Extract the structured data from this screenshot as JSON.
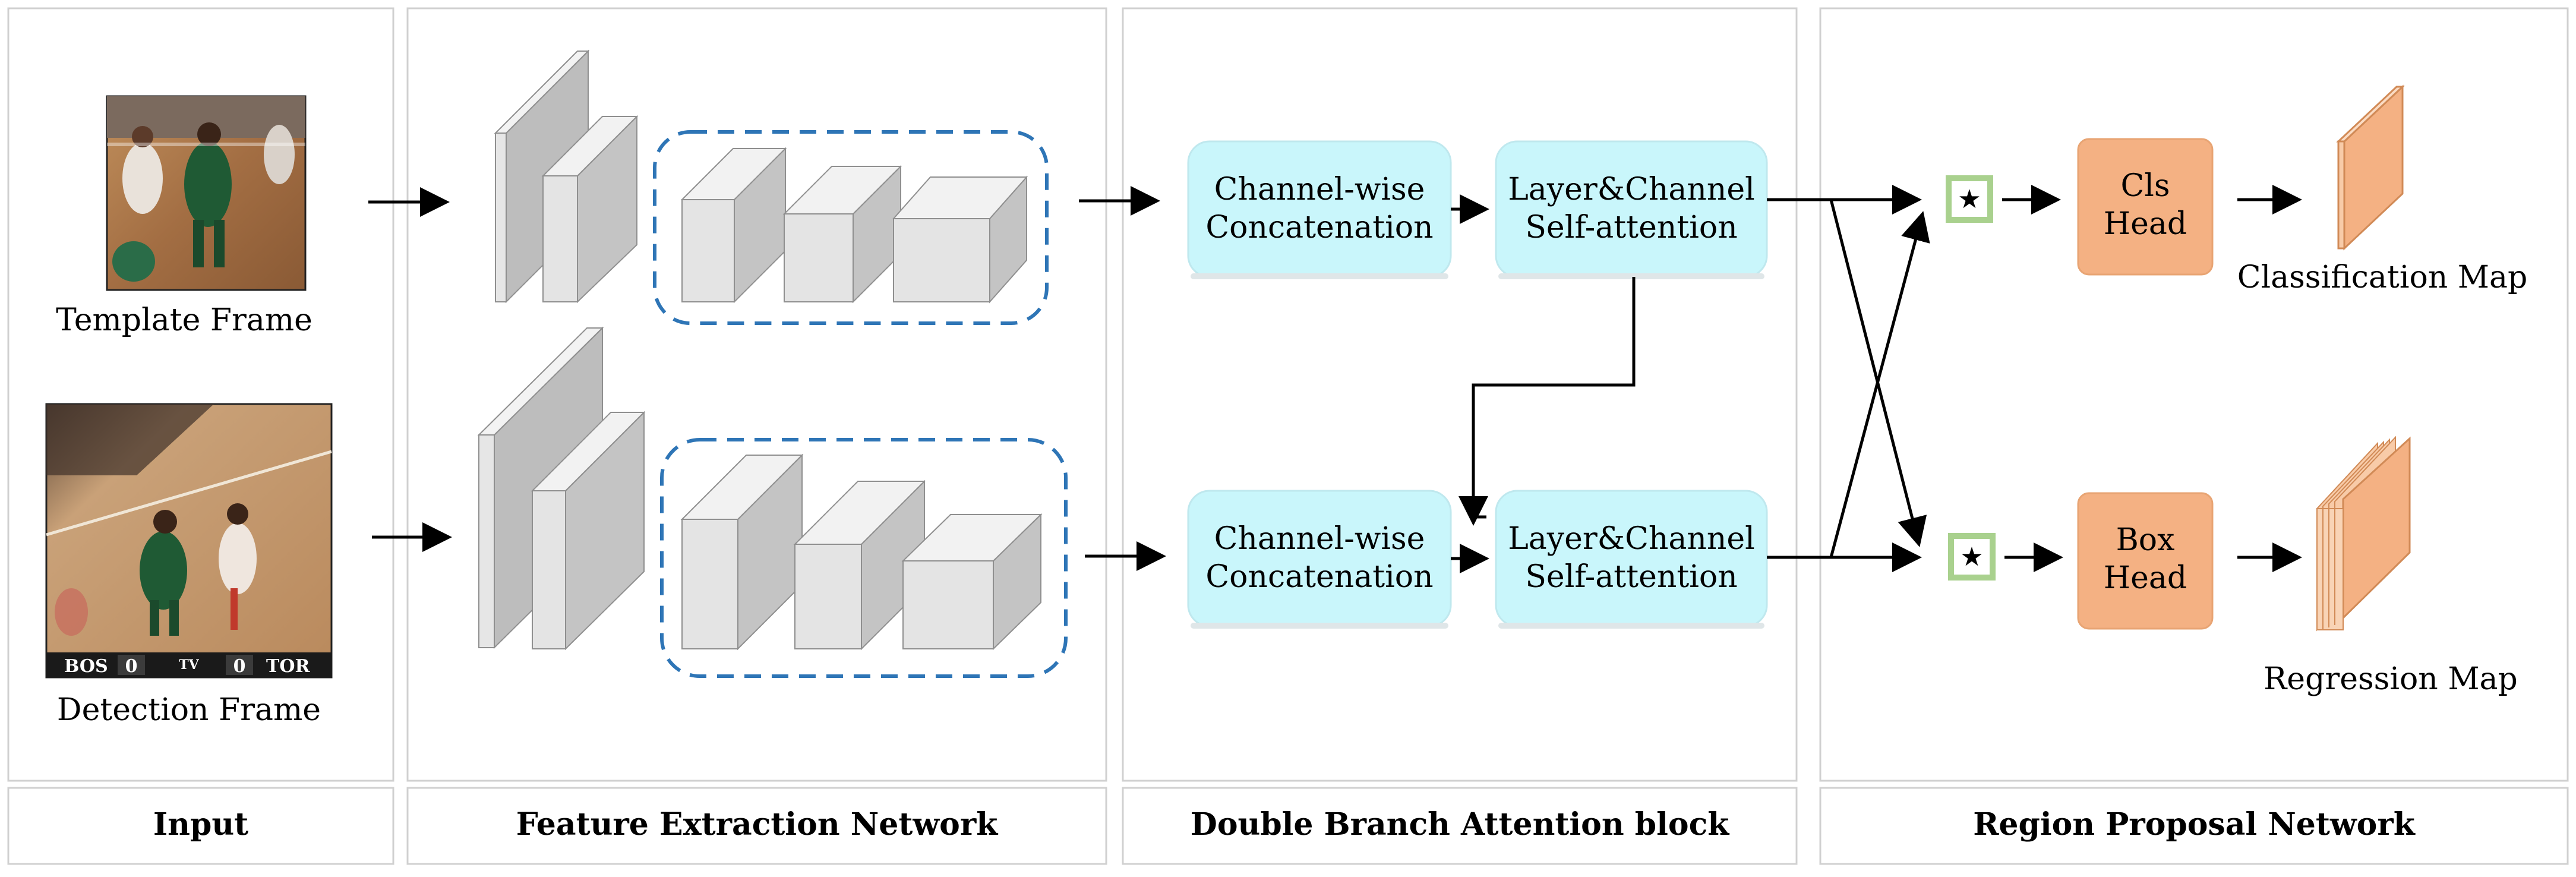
{
  "sections": {
    "input": "Input",
    "feature": "Feature Extraction Network",
    "attention": "Double Branch Attention block",
    "rpn": "Region Proposal Network"
  },
  "frames": {
    "template": "Template Frame",
    "detection": "Detection Frame"
  },
  "scoreboard": {
    "left_team": "BOS",
    "left_score": "0",
    "right_score": "0",
    "right_team": "TOR",
    "network": "TV"
  },
  "attention_block": {
    "concat_line1": "Channel-wise",
    "concat_line2": "Concatenation",
    "selfatt_line1": "Layer&Channel",
    "selfatt_line2": "Self-attention"
  },
  "rpn": {
    "xcorr_symbol": "★",
    "cls_head_line1": "Cls",
    "cls_head_line2": "Head",
    "box_head_line1": "Box",
    "box_head_line2": "Head",
    "cls_map": "Classification Map",
    "reg_map": "Regression Map"
  },
  "colors": {
    "panel_border": "#d0d0d0",
    "cyan_box": "#c9f6fb",
    "head_box": "#f4b183",
    "dashed_group": "#2e75b6",
    "xcorr_border": "#a9d18e"
  }
}
